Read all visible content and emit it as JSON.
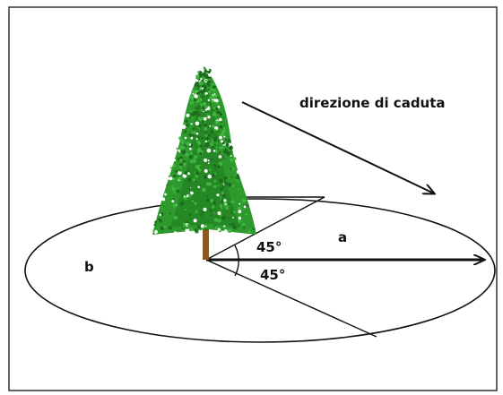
{
  "diagram": {
    "fall_direction_label": "direzione di caduta",
    "sector_label": "a",
    "region_label": "b",
    "angle_upper_label": "45°",
    "angle_lower_label": "45°",
    "angle_upper_deg": 45,
    "angle_lower_deg": 45,
    "illustration": "tree",
    "colors": {
      "tree_foliage": "#2e9a2e",
      "tree_foliage_dark": "#1d6b1d",
      "trunk": "#8a5a24",
      "lines": "#111111",
      "frame": "#333333"
    }
  }
}
